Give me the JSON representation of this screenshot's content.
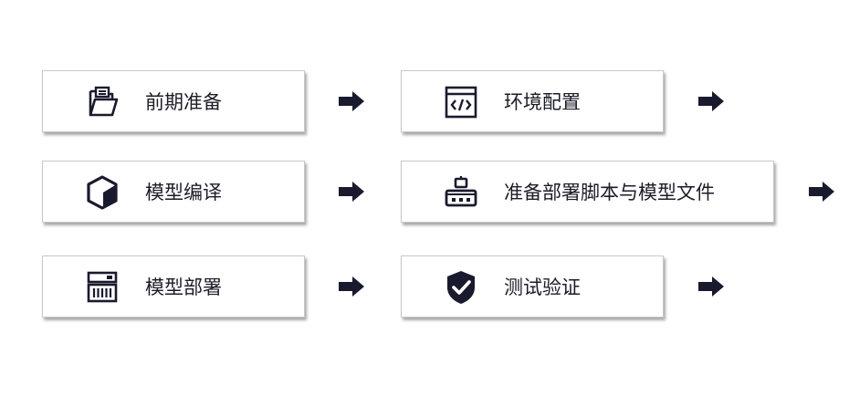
{
  "colors": {
    "icon": "#1a1a2e",
    "arrow": "#1a1a2e",
    "box_border": "#c8c8c8"
  },
  "steps": [
    {
      "label": "前期准备",
      "icon": "folder-icon"
    },
    {
      "label": "环境配置",
      "icon": "code-window-icon"
    },
    {
      "label": "模型编译",
      "icon": "cube-icon"
    },
    {
      "label": "准备部署脚本与模型文件",
      "icon": "robot-icon"
    },
    {
      "label": "模型部署",
      "icon": "server-icon"
    },
    {
      "label": "测试验证",
      "icon": "shield-check-icon"
    }
  ]
}
